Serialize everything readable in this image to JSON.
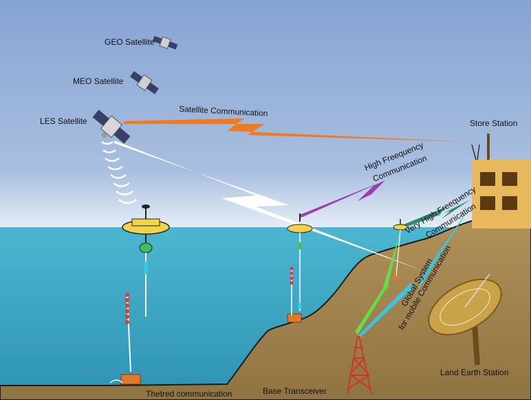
{
  "labels": {
    "geo_satellite": "GEO Satellite",
    "meo_satellite": "MEO Satellite",
    "les_satellite": "LES Satellite",
    "satellite_communication": "Satellite Communication",
    "store_station": "Store Station",
    "hf_line1": "High Freequency",
    "hf_line2": "Communication",
    "vhf_line1": "Very High Freequency",
    "vhf_line2": "Communication",
    "gsm_line1": "Global System",
    "gsm_line2": "for mobile Communication",
    "land_earth_station": "Land Earth Station",
    "base_transceiver": "Base Transceiver",
    "tethered_communication": "Thetred communication"
  },
  "colors": {
    "sky_top": "#8aa7d4",
    "sky_bottom": "#dfe8f2",
    "sea": "#3aa6c2",
    "sea_deep": "#1f7e9a",
    "land": "#a88a55",
    "building": "#e8b85c",
    "window": "#5b3a12",
    "satellite_link": "#f07a1e",
    "hf_link": "#9a3fb0",
    "vhf_link": "#2e8a72",
    "gsm_link": "#37c6e6",
    "green_link": "#5fe04a",
    "buoy": "#f0d34a"
  }
}
